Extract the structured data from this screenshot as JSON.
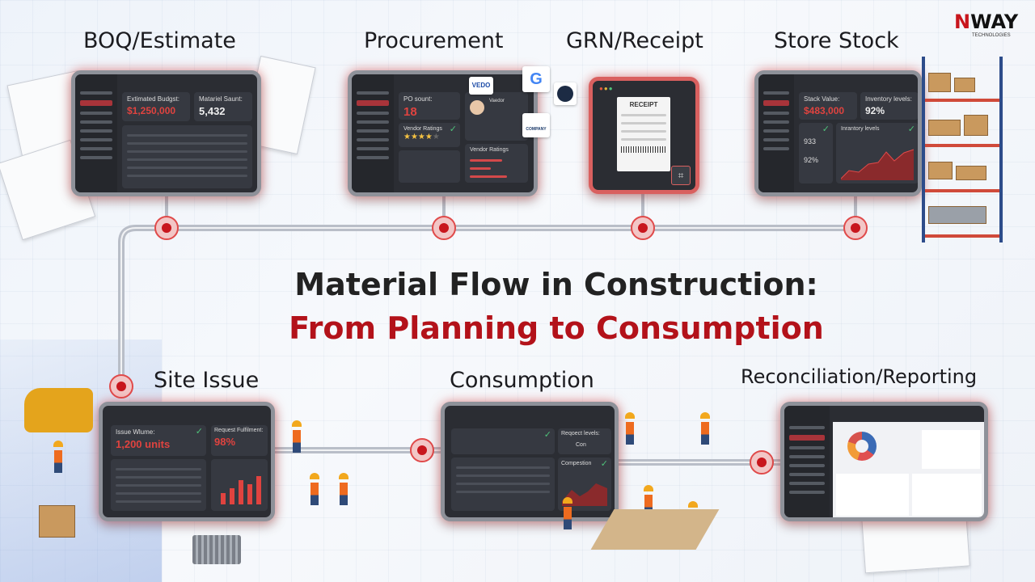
{
  "title": {
    "line1": "Material Flow in Construction:",
    "line2": "From Planning to Consumption"
  },
  "brand": {
    "name": "WAY",
    "prefix": "N",
    "tagline": "TECHNOLOGIES",
    "color": "#c8161d"
  },
  "stages": [
    {
      "label": "BOQ/Estimate"
    },
    {
      "label": "Procurement"
    },
    {
      "label": "GRN/Receipt"
    },
    {
      "label": "Store Stock"
    },
    {
      "label": "Site Issue"
    },
    {
      "label": "Consumption"
    },
    {
      "label": "Reconciliation/Reporting"
    }
  ],
  "boq": {
    "budget_label": "Extimated Budgst:",
    "budget_value": "$1,250,000",
    "count_label": "Matariel Saunt:",
    "count_value": "5,432"
  },
  "procurement": {
    "po_label": "PO sount:",
    "po_value": "18",
    "ratings_label": "Vendor Ratings",
    "stars": 4,
    "stars_max": 5,
    "vendor_ratings_label": "Vendor Ratings",
    "vendor_label": "Vaedor",
    "logos": [
      "VEDO",
      "G",
      "COMPANY"
    ]
  },
  "grn": {
    "receipt_title": "RECEIPT"
  },
  "store": {
    "stock_label": "Stack Value:",
    "stock_value": "$483,000",
    "inv_label": "Inventory levels:",
    "inv_value": "92%",
    "chart_label": "Inrantory levels",
    "stat1": "933",
    "stat2": "92%"
  },
  "site": {
    "issue_label": "Issue Wlume:",
    "issue_value": "1,200 units",
    "fulfil_label": "Request Fulfilment:",
    "fulfil_value": "98%"
  },
  "consumption": {
    "request_label": "Reqoect levels:",
    "request_value": "Con",
    "comp_label": "Compestion"
  },
  "colors": {
    "accent": "#c8161d",
    "screen": "#2b2d33",
    "glow": "#e64646"
  }
}
